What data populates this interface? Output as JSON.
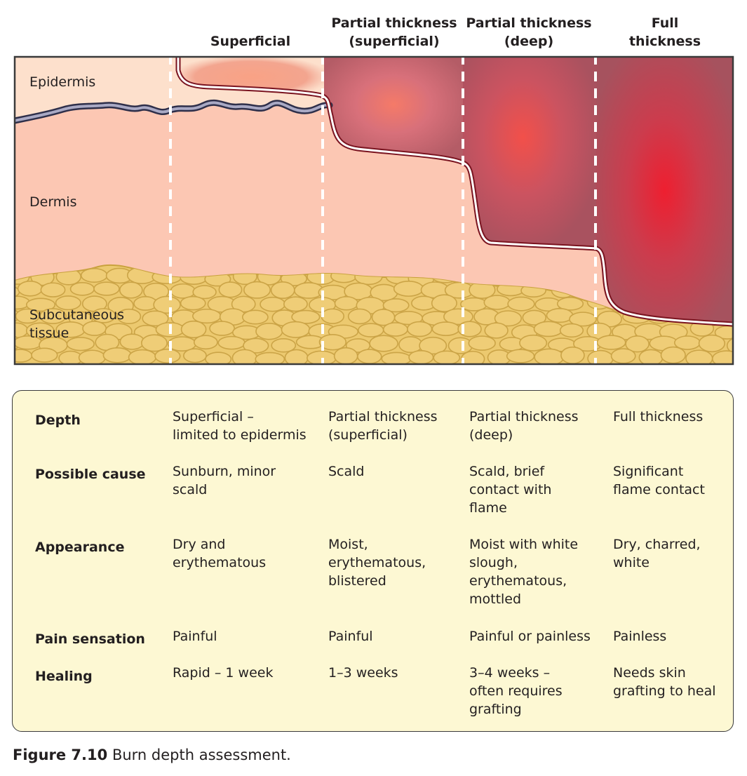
{
  "columns": [
    {
      "line1": "",
      "line2": "Superficial"
    },
    {
      "line1": "Partial thickness",
      "line2": "(superficial)"
    },
    {
      "line1": "Partial thickness",
      "line2": "(deep)"
    },
    {
      "line1": "Full",
      "line2": "thickness"
    }
  ],
  "layers": {
    "epidermis": "Epidermis",
    "dermis": "Dermis",
    "subcutaneous_line1": "Subcutaneous",
    "subcutaneous_line2": "tissue"
  },
  "table": {
    "rows": [
      {
        "label": "Depth",
        "cells": [
          [
            "Superficial –",
            "limited to epidermis"
          ],
          [
            "Partial thickness",
            "(superficial)"
          ],
          [
            "Partial thickness",
            "(deep)"
          ],
          [
            "Full thickness"
          ]
        ]
      },
      {
        "label": "Possible cause",
        "cells": [
          [
            "Sunburn, minor",
            "scald"
          ],
          [
            "Scald"
          ],
          [
            "Scald, brief",
            "contact with",
            "flame"
          ],
          [
            "Significant",
            "flame contact"
          ]
        ]
      },
      {
        "label": "Appearance",
        "cells": [
          [
            "Dry and",
            "erythematous"
          ],
          [
            "Moist,",
            "erythematous,",
            "blistered"
          ],
          [
            "Moist with white",
            "slough,",
            "erythematous,",
            "mottled"
          ],
          [
            "Dry, charred,",
            "white"
          ]
        ]
      },
      {
        "label": "Pain sensation",
        "cells": [
          [
            "Painful"
          ],
          [
            "Painful"
          ],
          [
            "Painful or painless"
          ],
          [
            "Painless"
          ]
        ]
      },
      {
        "label": "Healing",
        "cells": [
          [
            "Rapid – 1 week"
          ],
          [
            "1–3 weeks"
          ],
          [
            "3–4 weeks –",
            "often requires",
            "grafting"
          ],
          [
            "Needs skin",
            "grafting to heal"
          ]
        ]
      }
    ]
  },
  "caption": {
    "figure": "Figure 7.10",
    "text": "Burn depth assessment."
  },
  "colors": {
    "epidermis": "#fde0cc",
    "dermis": "#fcc7b3",
    "fat": "#ecc96f",
    "fat_outline": "#c9a23e",
    "burn_dark": "#a95560",
    "burn_core": "#ee2a36",
    "table_bg": "#fdf8d3"
  }
}
